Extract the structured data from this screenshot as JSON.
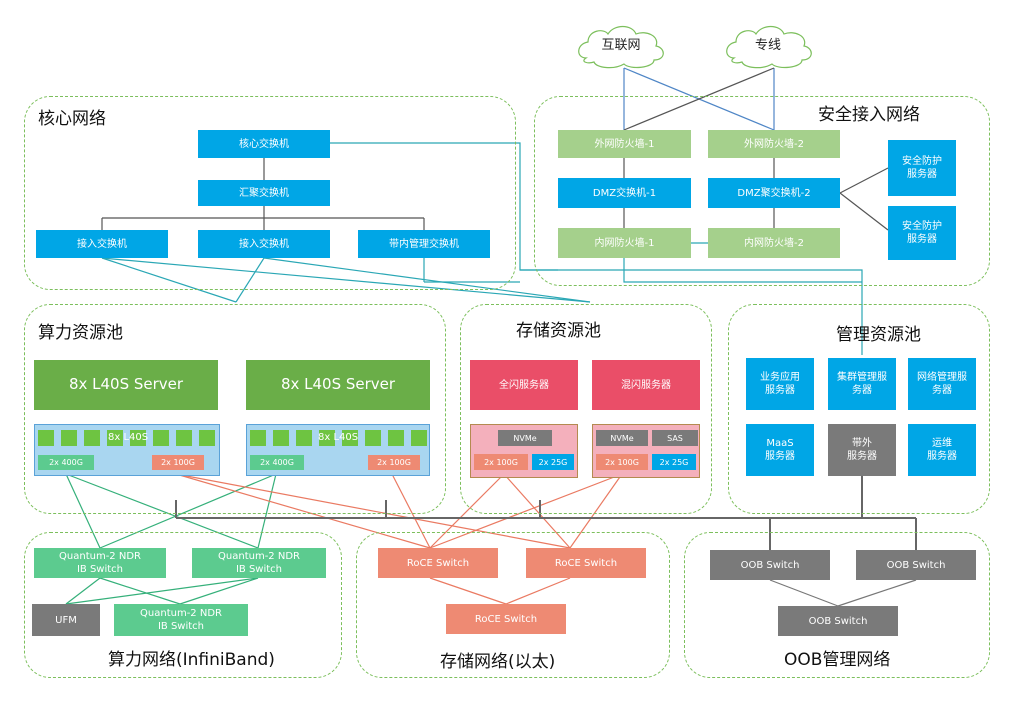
{
  "regions": {
    "core": "核心网络",
    "security": "安全接入网络",
    "compute": "算力资源池",
    "storage": "存储资源池",
    "mgmt": "管理资源池",
    "ib": "算力网络(InfiniBand)",
    "ethernet": "存储网络(以太)",
    "oob": "OOB管理网络"
  },
  "clouds": {
    "internet": "互联网",
    "leased": "专线"
  },
  "core": {
    "core_switch": "核心交换机",
    "agg_switch": "汇聚交换机",
    "access_1": "接入交换机",
    "access_2": "接入交换机",
    "inband_mgmt": "带内管理交换机"
  },
  "security": {
    "ext_fw_1": "外网防火墙-1",
    "ext_fw_2": "外网防火墙-2",
    "dmz_1": "DMZ交换机-1",
    "dmz_2": "DMZ聚交换机-2",
    "int_fw_1": "内网防火墙-1",
    "int_fw_2": "内网防火墙-2",
    "sec_server_1": "安全防护\n服务器",
    "sec_server_2": "安全防护\n服务器"
  },
  "compute": {
    "server_1": "8x L40S Server",
    "server_2": "8x L40S Server",
    "gpu_label_1": "8x L40S",
    "gpu_label_2": "8x L40S",
    "port_400g_1": "2x 400G",
    "port_100g_1": "2x 100G",
    "port_400g_2": "2x 400G",
    "port_100g_2": "2x 100G"
  },
  "storage": {
    "allflash": "全闪服务器",
    "hybrid": "混闪服务器",
    "nvme_1": "NVMe",
    "nvme_2": "NVMe",
    "sas": "SAS",
    "port_100g_1": "2x 100G",
    "port_25g_1": "2x 25G",
    "port_100g_2": "2x 100G",
    "port_25g_2": "2x 25G"
  },
  "mgmt": {
    "biz_app": "业务应用\n服务器",
    "cluster_mgmt": "集群管理服\n务器",
    "net_mgmt": "网络管理服\n务器",
    "maas": "MaaS\n服务器",
    "oob_server": "带外\n服务器",
    "ops": "运维\n服务器"
  },
  "ib": {
    "quantum_1": "Quantum-2 NDR\nIB Switch",
    "quantum_2": "Quantum-2 NDR\nIB Switch",
    "quantum_3": "Quantum-2 NDR\nIB Switch",
    "ufm": "UFM"
  },
  "ethernet": {
    "roce_1": "RoCE Switch",
    "roce_2": "RoCE Switch",
    "roce_3": "RoCE Switch"
  },
  "oob": {
    "oob_1": "OOB Switch",
    "oob_2": "OOB Switch",
    "oob_3": "OOB Switch"
  },
  "colors": {
    "blue": "#00a6e6",
    "light_green": "#a5d08c",
    "server_green": "#6aae48",
    "pink": "#ea4e68",
    "salmon": "#ee8a73",
    "mint": "#5ccb8f",
    "gray": "#7a7a7a",
    "region_border": "#7cbf5c"
  }
}
